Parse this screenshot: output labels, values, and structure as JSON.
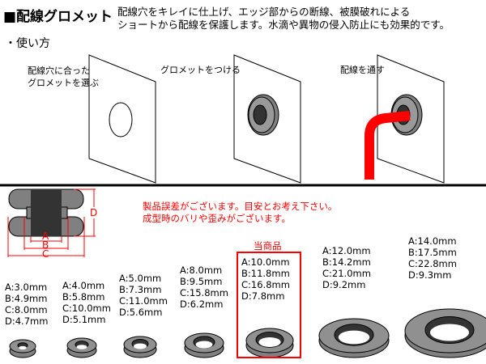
{
  "header": {
    "title": "■配線グロメット",
    "description_lines": [
      "配線穴をキレイに仕上げ、エッジ部からの断線、被膜破れによる",
      "ショートから配線を保護します。水滴や異物の侵入防止にも効果的です。"
    ]
  },
  "usage": {
    "heading": "・使い方",
    "steps": [
      {
        "lines": [
          "配線穴に合った",
          "グロメットを選ぶ"
        ]
      },
      {
        "lines": [
          "グロメットをつける"
        ]
      },
      {
        "lines": [
          "配線を通す"
        ]
      }
    ]
  },
  "diagram": {
    "labels": {
      "a": "A",
      "b": "B",
      "c": "C",
      "d": "D"
    }
  },
  "notes": [
    "製品誤差がございます。目安とお考え下さい。",
    "成型時のバリや歪みがございます。"
  ],
  "current_label": "当商品",
  "colors": {
    "accent": "#ff0000",
    "rubber": "#808080",
    "dark": "#333333"
  },
  "sizes": [
    {
      "a": "A:3.0mm",
      "b": "B:4.9mm",
      "c": "C:8.0mm",
      "d": "D:4.7mm"
    },
    {
      "a": "A:4.0mm",
      "b": "B:5.8mm",
      "c": "C:10.0mm",
      "d": "D:5.1mm"
    },
    {
      "a": "A:5.0mm",
      "b": "B:7.3mm",
      "c": "C:11.0mm",
      "d": "D:5.6mm"
    },
    {
      "a": "A:8.0mm",
      "b": "B:9.5mm",
      "c": "C:15.8mm",
      "d": "D:6.2mm"
    },
    {
      "a": "A:10.0mm",
      "b": "B:11.8mm",
      "c": "C:16.8mm",
      "d": "D:7.8mm",
      "current": true
    },
    {
      "a": "A:12.0mm",
      "b": "B:14.2mm",
      "c": "C:21.0mm",
      "d": "D:9.2mm"
    },
    {
      "a": "A:14.0mm",
      "b": "B:17.5mm",
      "c": "C:22.8mm",
      "d": "D:9.3mm"
    }
  ]
}
